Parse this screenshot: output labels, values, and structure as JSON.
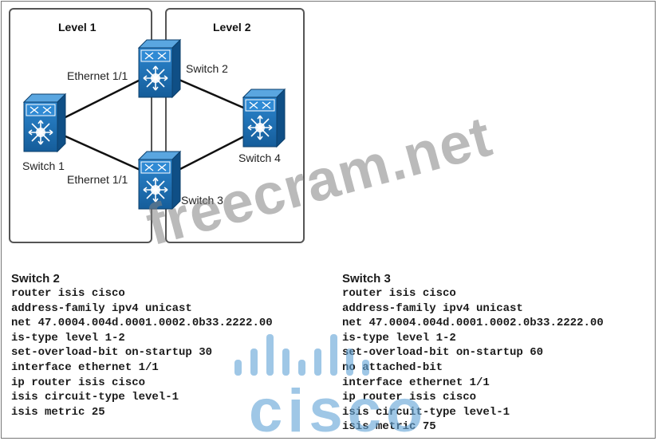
{
  "levels": {
    "level1": "Level 1",
    "level2": "Level 2"
  },
  "switches": {
    "switch1": "Switch 1",
    "switch2": "Switch 2",
    "switch3": "Switch 3",
    "switch4": "Switch 4"
  },
  "interfaces": {
    "upper": "Ethernet 1/1",
    "lower": "Ethernet 1/1"
  },
  "config_switch2": {
    "title": "Switch 2",
    "lines": [
      "router isis cisco",
      "address-family ipv4 unicast",
      "net 47.0004.004d.0001.0002.0b33.2222.00",
      "is-type level 1-2",
      "set-overload-bit on-startup 30",
      "interface ethernet 1/1",
      "ip router isis cisco",
      "isis circuit-type level-1",
      "isis metric 25"
    ]
  },
  "config_switch3": {
    "title": "Switch 3",
    "lines": [
      "router isis cisco",
      "address-family ipv4 unicast",
      "net 47.0004.004d.0001.0002.0b33.2222.00",
      "is-type level 1-2",
      "set-overload-bit on-startup 60",
      "no attached-bit",
      "interface ethernet 1/1",
      "ip router isis cisco",
      "isis circuit-type level-1",
      "isis metric 75"
    ]
  },
  "watermarks": {
    "site": "freecram.net",
    "logo": "cisco"
  },
  "colors": {
    "switch_blue": "#1f6fb2",
    "logo_blue": "#64a5d7"
  }
}
